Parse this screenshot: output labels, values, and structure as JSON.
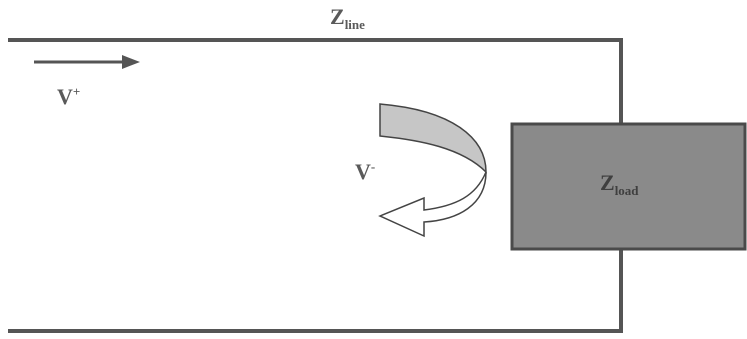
{
  "line_impedance": {
    "symbol": "Z",
    "subscript": "line"
  },
  "incident_wave": {
    "symbol": "V",
    "superscript": "+"
  },
  "reflected_wave": {
    "symbol": "V",
    "superscript": "-"
  },
  "load": {
    "symbol": "Z",
    "subscript": "load",
    "fill": "#8a8a8a"
  },
  "colors": {
    "line": "#555555",
    "arrow_band": "#c8c8c8",
    "text": "#5a5a5a"
  }
}
